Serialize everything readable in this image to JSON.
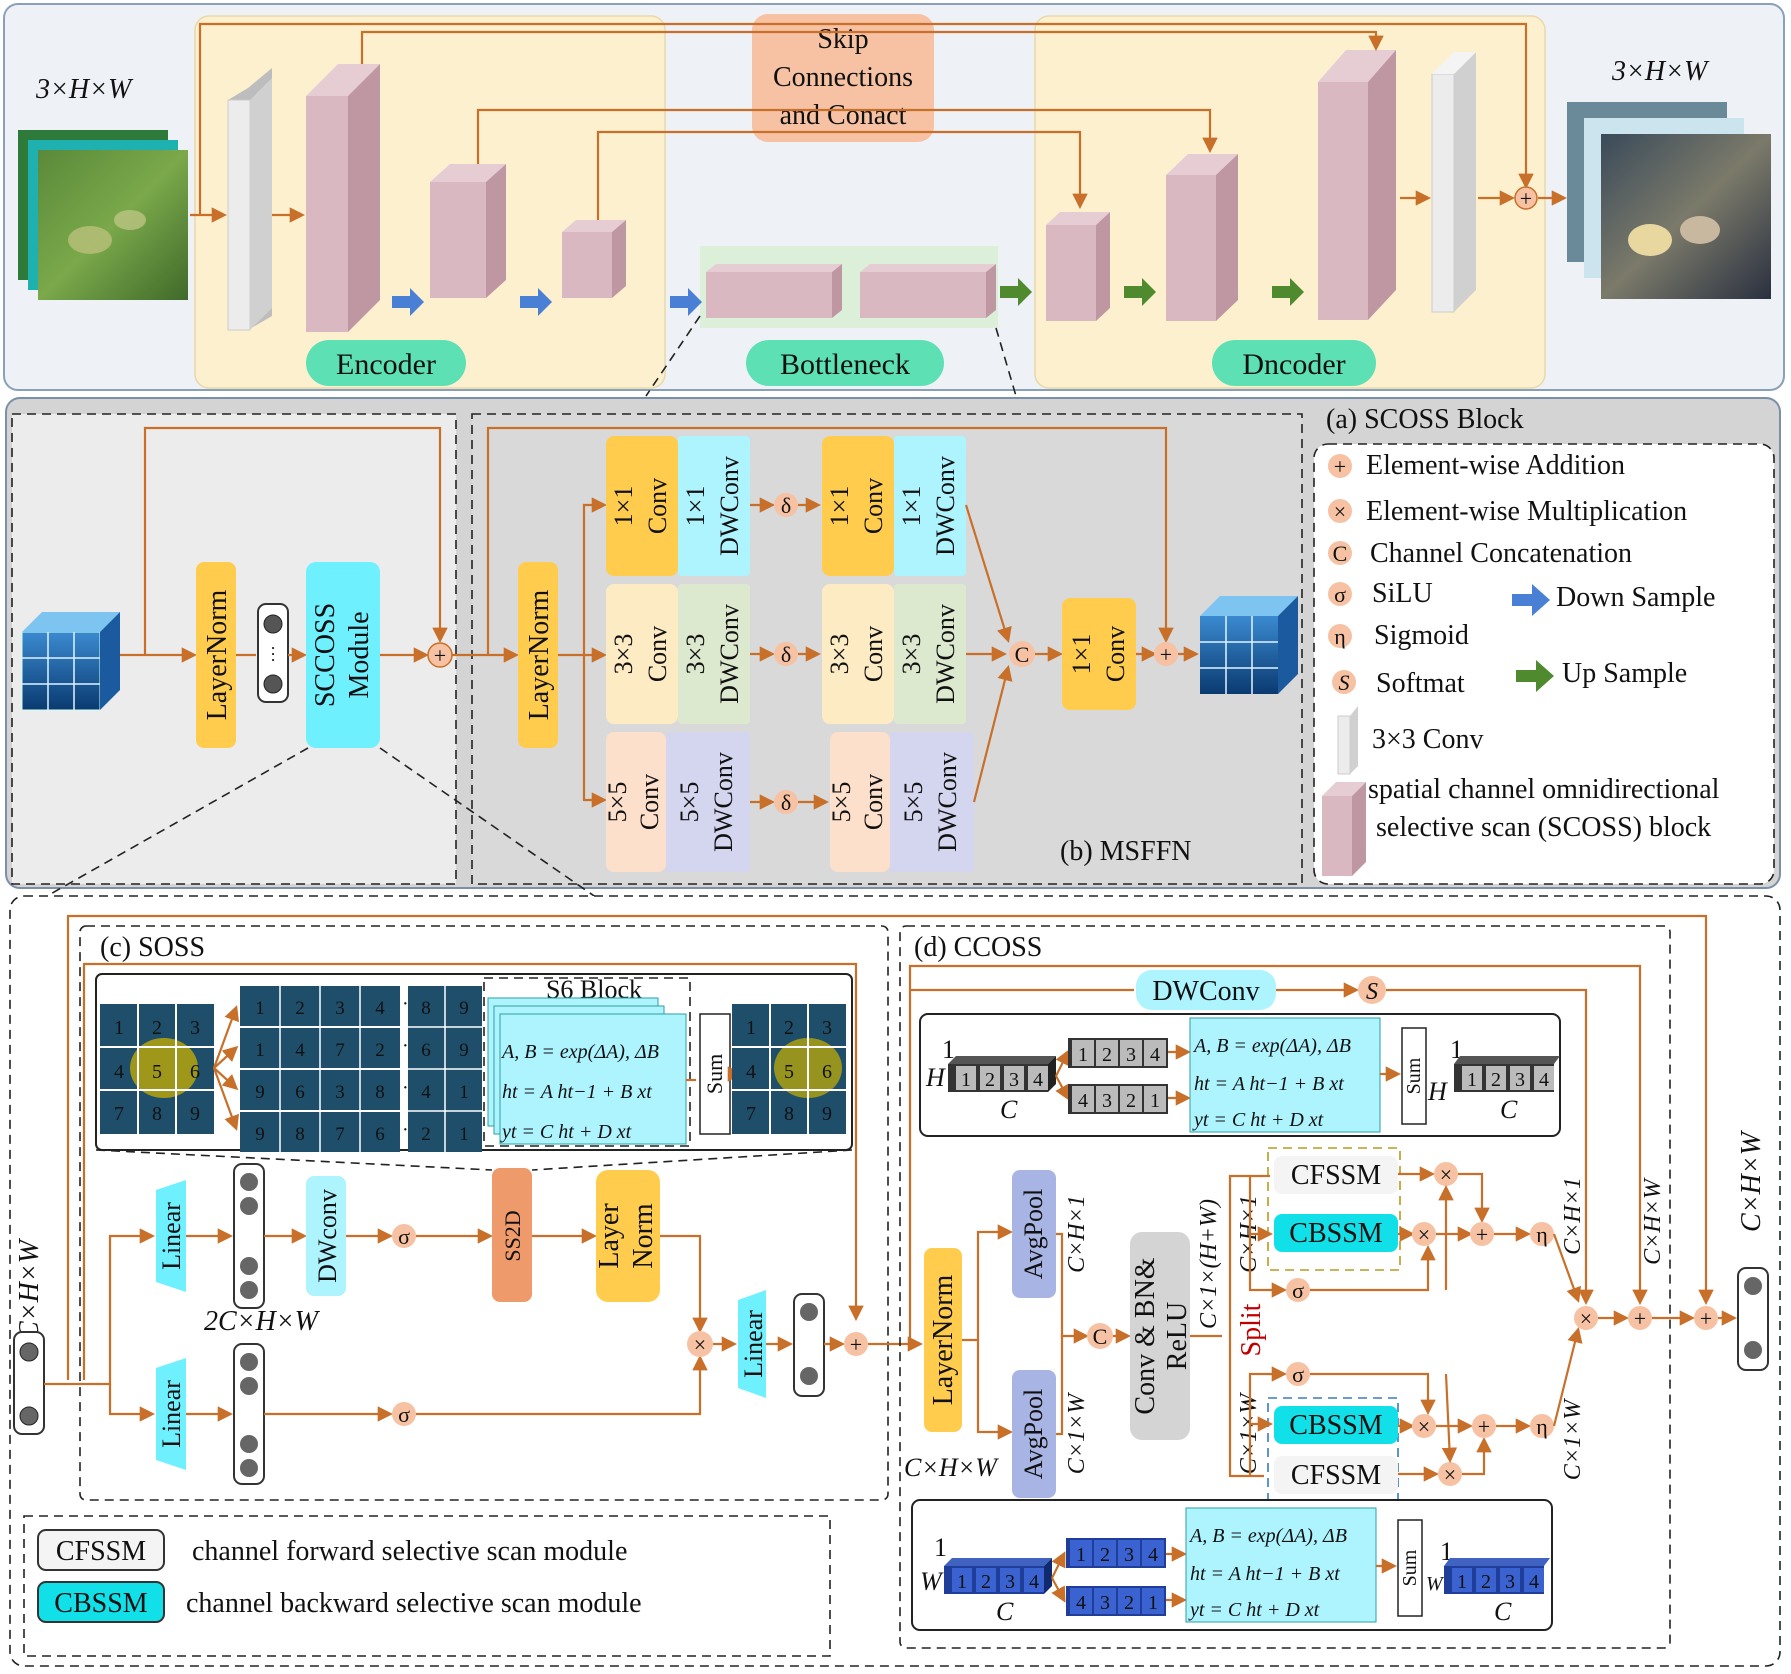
{
  "top": {
    "input_size": "3×H×W",
    "output_size": "3×H×W",
    "skip_label": [
      "Skip",
      "Connections",
      "and Conact"
    ],
    "encoder": "Encoder",
    "bottleneck": "Bottleneck",
    "decoder": "Dncoder"
  },
  "scoss": {
    "title": "(a) SCOSS Block",
    "layernorm": "LayerNorm",
    "module": [
      "SCCOSS",
      "Module"
    ],
    "msffn_title": "(b) MSFFN",
    "conv1": [
      "1×1",
      "Conv"
    ],
    "dwconv1": [
      "1×1",
      "DWConv"
    ],
    "conv3": [
      "3×3",
      "Conv"
    ],
    "dwconv3": [
      "3×3",
      "DWConv"
    ],
    "conv5": [
      "5×5",
      "Conv"
    ],
    "dwconv5": [
      "5×5",
      "DWConv"
    ],
    "delta": "δ",
    "concat": "C",
    "final_conv": [
      "1×1",
      "Conv"
    ]
  },
  "legend": {
    "plus": "+",
    "times": "×",
    "addition": "Element-wise  Addition",
    "multiplication": "Element-wise Multiplication",
    "c_sym": "C",
    "concat": "Channel Concatenation",
    "sigma_sym": "σ",
    "silu": "SiLU",
    "eta_sym": "η",
    "sigmoid": "Sigmoid",
    "s_sym": "S",
    "softmax": "Softmat",
    "down": "Down Sample",
    "up": "Up Sample",
    "conv3": "3×3 Conv",
    "block": [
      "spatial channel omnidirectional",
      "selective scan (SCOSS) block"
    ]
  },
  "soss": {
    "title": "(c) SOSS",
    "s6": "S6 Block",
    "eq1": "A, B = exp(ΔA), ΔB",
    "eq2": "ht = A ht−1 + B xt",
    "eq3": "yt = C ht + D xt",
    "sum": "Sum",
    "grid_orig": [
      "1",
      "2",
      "3",
      "4",
      "5",
      "6",
      "7",
      "8",
      "9"
    ],
    "grid_r1": [
      "1",
      "2",
      "3",
      "4"
    ],
    "grid_r2": [
      "1",
      "4",
      "7",
      "2"
    ],
    "grid_r3": [
      "9",
      "6",
      "3",
      "8"
    ],
    "grid_r4": [
      "9",
      "8",
      "7",
      "6"
    ],
    "grid_t1": [
      "8",
      "9"
    ],
    "grid_t2": [
      "6",
      "9"
    ],
    "grid_t3": [
      "4",
      "1"
    ],
    "grid_t4": [
      "2",
      "1"
    ],
    "dots": "···",
    "input_dim": "C×H×W",
    "linear": "Linear",
    "dwconv": "DWconv",
    "ss2d": "SS2D",
    "layer_norm": [
      "Layer",
      "Norm"
    ],
    "mid_dim": "2C×H×W",
    "sigma": "σ",
    "times": "×",
    "plus": "+"
  },
  "ccoss": {
    "title": "(d) CCOSS",
    "dwconv": "DWConv",
    "s": "S",
    "h": "H",
    "w": "W",
    "c": "C",
    "one": "1",
    "seq_fwd": [
      "1",
      "2",
      "3",
      "4"
    ],
    "seq_bwd": [
      "4",
      "3",
      "2",
      "1"
    ],
    "layernorm": "LayerNorm",
    "avgpool": "AvgPool",
    "dim_h1": "C×H×1",
    "dim_1w": "C×1×W",
    "dim_hw": "C×H×W",
    "dim_hpw": "C×1×(H+W)",
    "conv_bn": [
      "Conv & BN&",
      "ReLU"
    ],
    "split": "Split",
    "cfssm": "CFSSM",
    "cbssm": "CBSSM",
    "eta": "η",
    "sigma": "σ",
    "concat": "C",
    "times": "×",
    "plus": "+"
  },
  "bottom_legend": {
    "cfssm": "CFSSM",
    "cfssm_desc": "channel forward selective scan module",
    "cbssm": "CBSSM",
    "cbssm_desc": "channel backward selective scan module"
  },
  "colors": {
    "arrow": "#c8702a",
    "encoder_bg": "#fdf0cf",
    "bottleneck_bg": "#dcefd8",
    "block": "#d9b8c1",
    "label_green": "#5de0b4",
    "cyan": "#6ff0ff",
    "yellow": "#ffcc4d",
    "orange": "#f5c2a5",
    "grey_panel": "#d9d9d9"
  }
}
